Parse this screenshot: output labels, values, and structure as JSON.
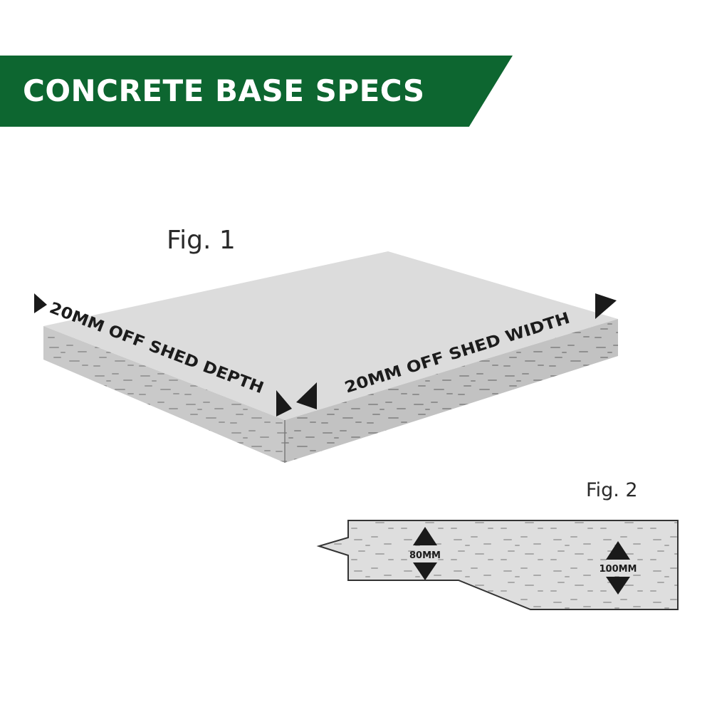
{
  "header": {
    "title": "CONCRETE BASE SPECS",
    "color": "#0d6630"
  },
  "figure1": {
    "label": "Fig. 1",
    "depth_label": "20MM OFF SHED DEPTH",
    "width_label": "20MM OFF SHED WIDTH"
  },
  "figure2": {
    "label": "Fig. 2",
    "thin_thickness_label": "80MM",
    "thick_thickness_label": "100MM"
  }
}
